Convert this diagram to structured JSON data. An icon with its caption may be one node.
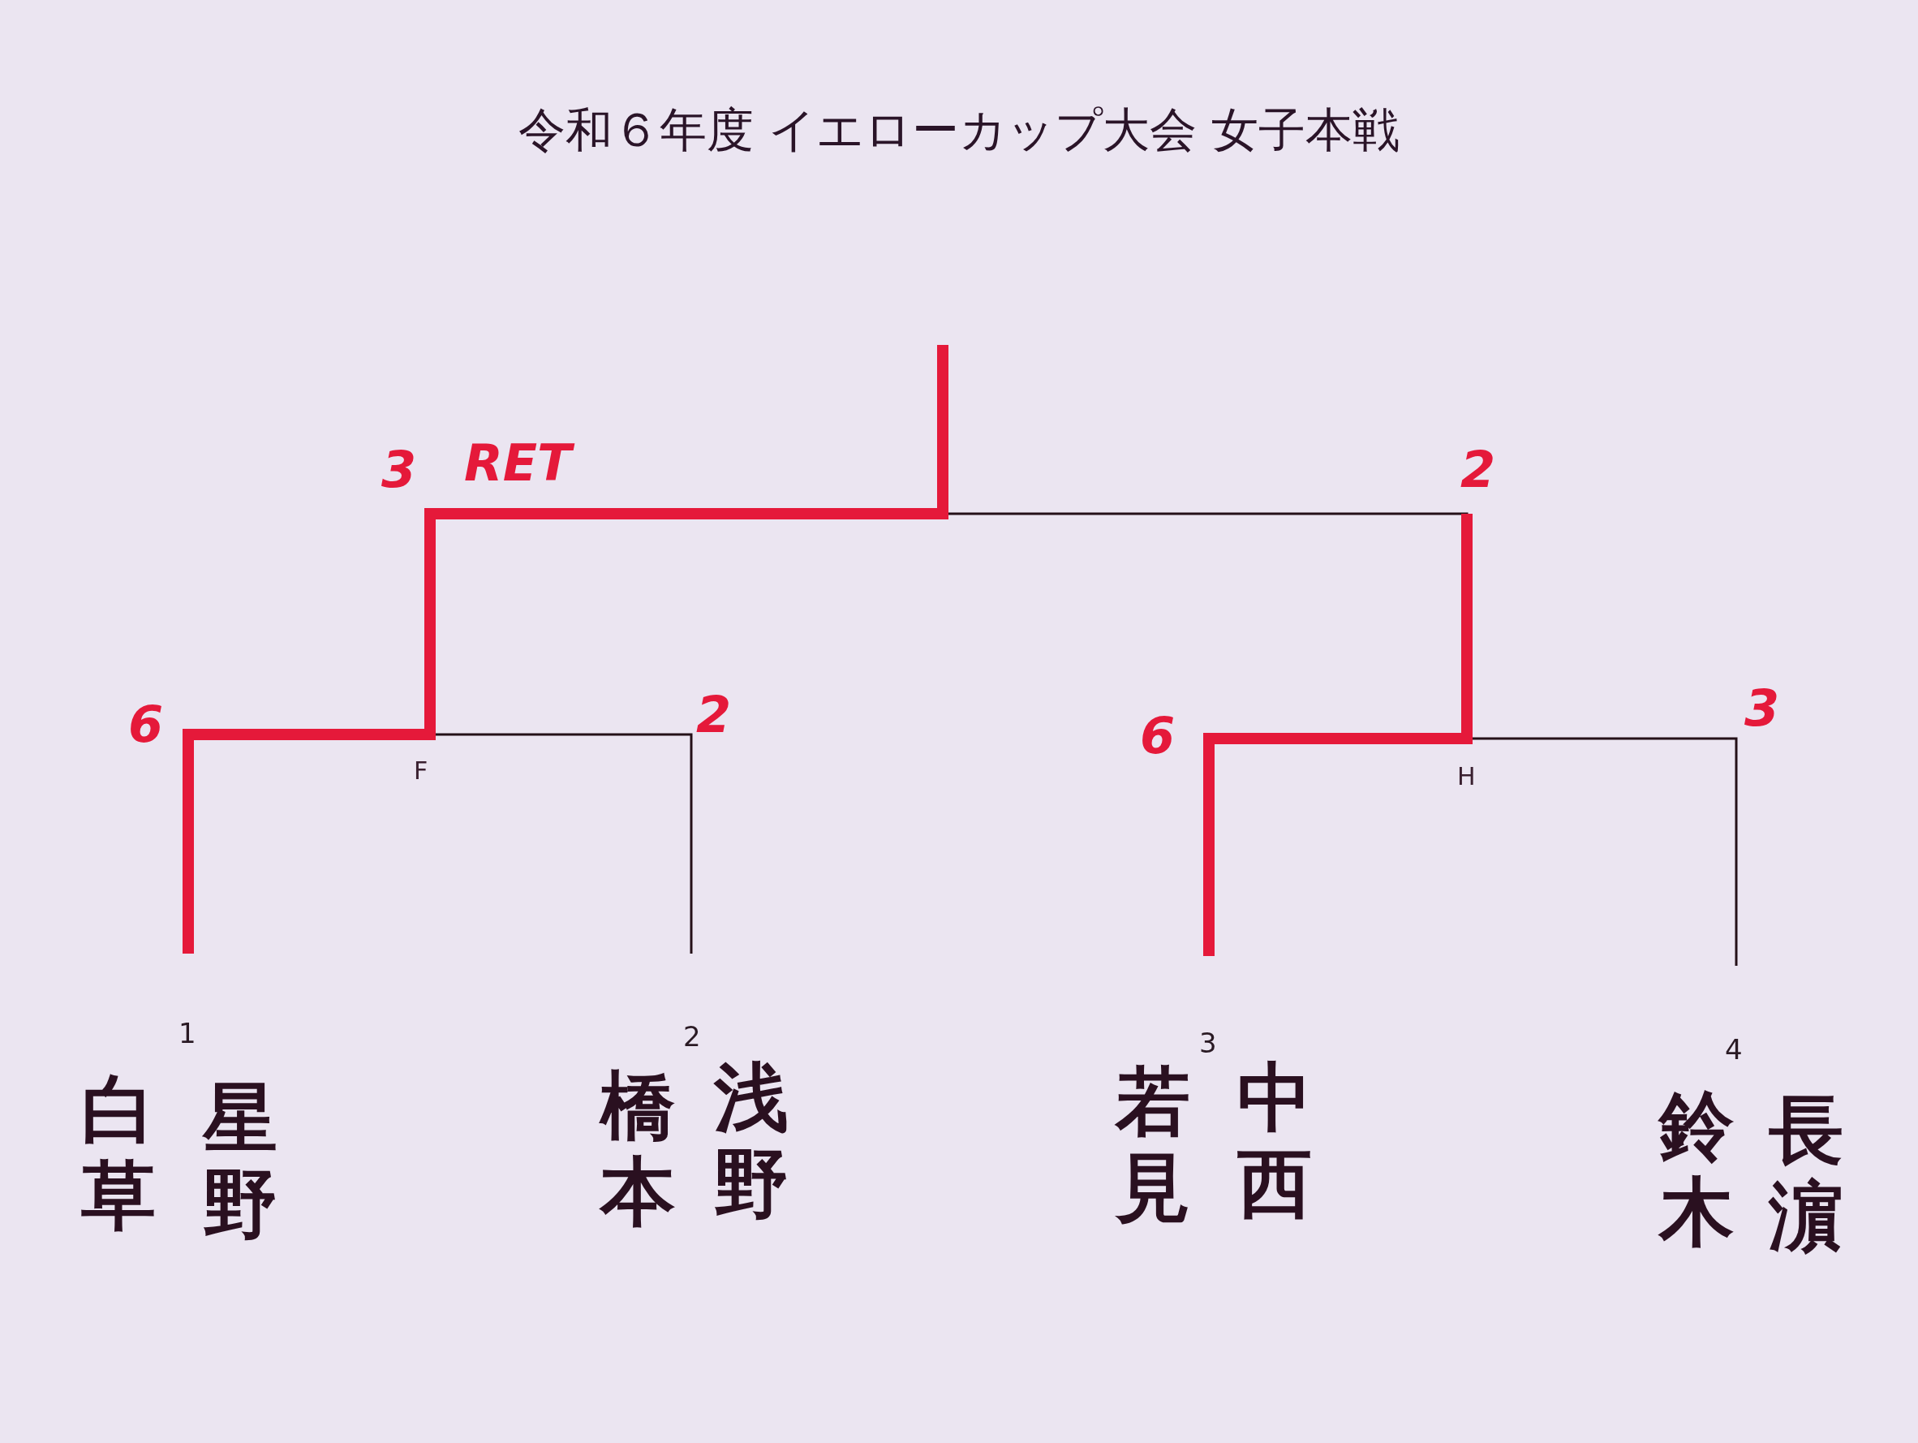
{
  "diagram": {
    "title": "令和６年度 イエローカップ大会 女子本戦",
    "labels": [
      "3",
      "RET",
      "2",
      "6",
      "2",
      "6",
      "3",
      "F",
      "H",
      "1",
      "2",
      "3",
      "4",
      "白草",
      "星野",
      "橋本",
      "浅野",
      "若見",
      "中西",
      "鈴木",
      "長濵"
    ]
  }
}
